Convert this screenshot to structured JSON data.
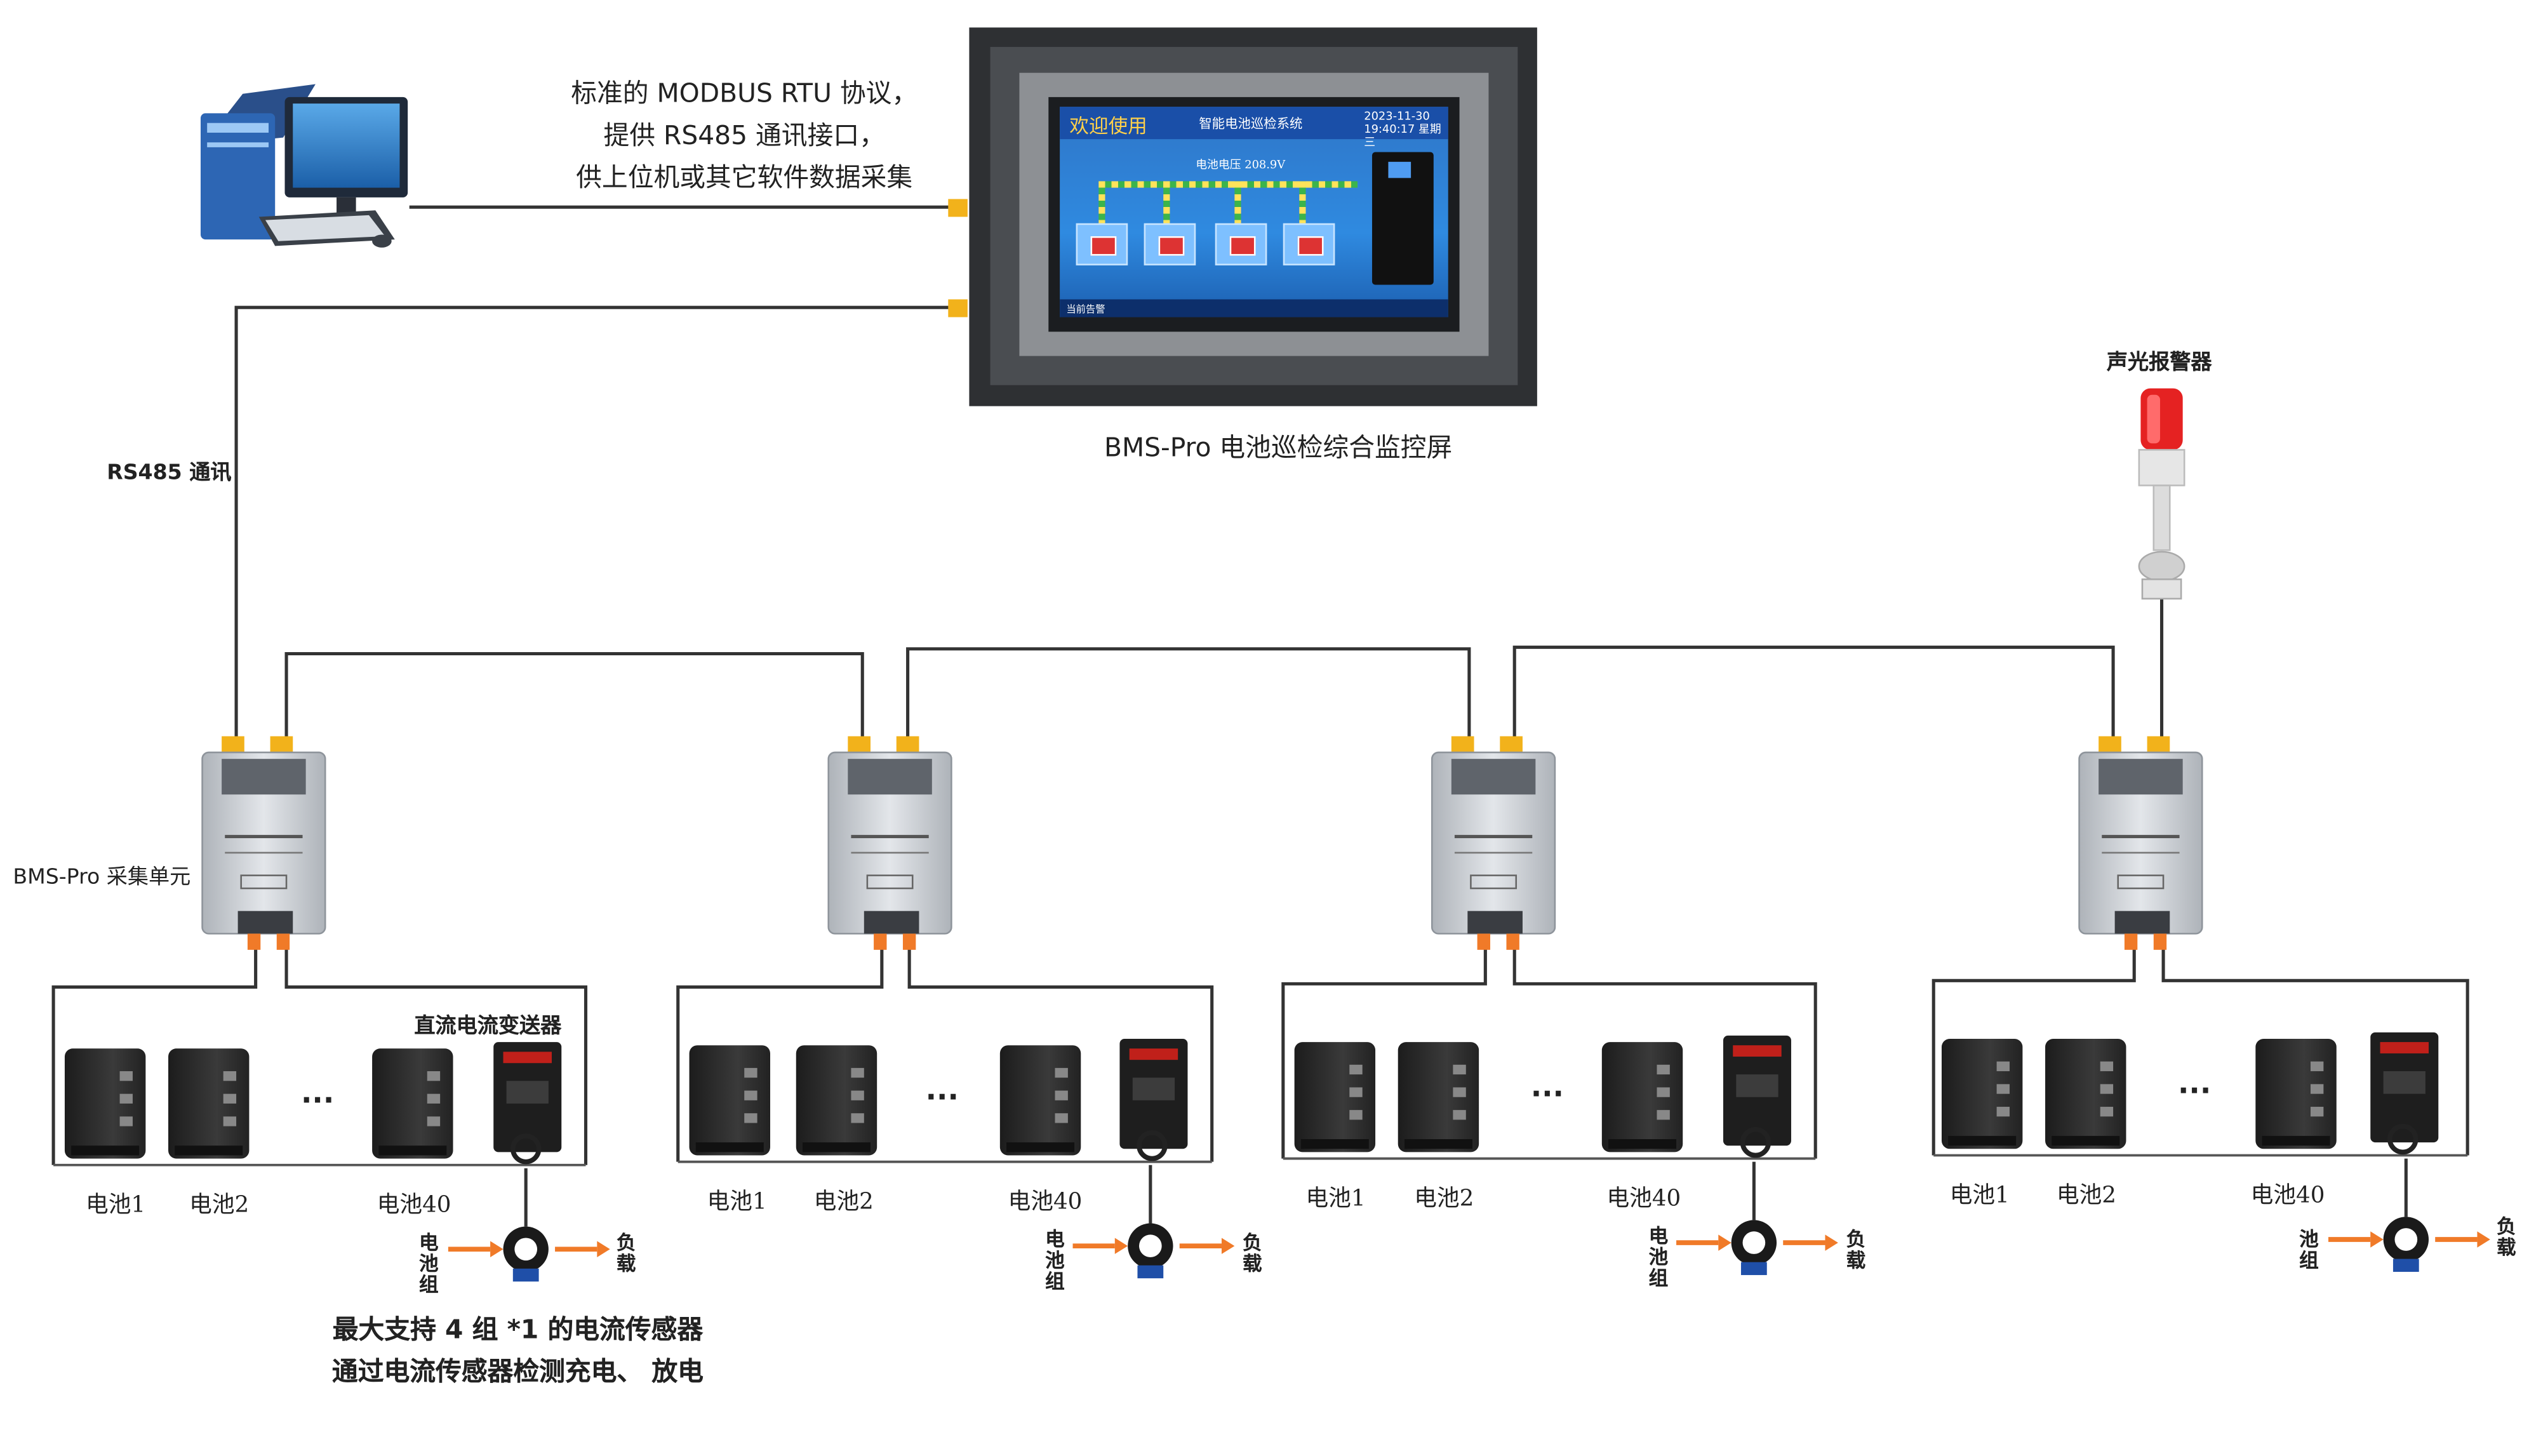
{
  "protocol_note": {
    "line1": "标准的 MODBUS RTU 协议，",
    "line2": "提供 RS485 通讯接口，",
    "line3": "供上位机或其它软件数据采集"
  },
  "screen": {
    "caption": "BMS-Pro 电池巡检综合监控屏",
    "ui": {
      "welcome": "欢迎使用",
      "system_title": "智能电池巡检系统",
      "date": "2023-11-30",
      "time_week": "19:40:17  星期三",
      "voltage": "电池电压 208.9V",
      "status": "当前告警"
    }
  },
  "rs485_label": "RS485 通讯",
  "collector_label": "BMS-Pro 采集单元",
  "transmitter_label": "直流电流变送器",
  "alarm_label": "声光报警器",
  "groups": [
    {
      "battery1": "电池1",
      "battery2": "电池2",
      "battery40": "电池40",
      "in": "电池组",
      "out": "负载"
    },
    {
      "battery1": "电池1",
      "battery2": "电池2",
      "battery40": "电池40",
      "in": "电池组",
      "out": "负载"
    },
    {
      "battery1": "电池1",
      "battery2": "电池2",
      "battery40": "电池40",
      "in": "电池组",
      "out": "负载"
    },
    {
      "battery1": "电池1",
      "battery2": "电池2",
      "battery40": "电池40",
      "in": "池组",
      "out": "负载"
    }
  ],
  "ellipsis": "···",
  "bottom_note": {
    "line1": "最大支持 4 组 *1 的电流传感器",
    "line2": "通过电流传感器检测充电、 放电"
  },
  "colors": {
    "wire": "#333333",
    "connector_yellow": "#f2b21b",
    "connector_orange": "#f07a28",
    "arrow": "#f07a28",
    "device_body": "#cfd3d8",
    "module_body": "#2b2b2b",
    "screen_frame": "#3d3f42",
    "alarm_red": "#e52222"
  }
}
